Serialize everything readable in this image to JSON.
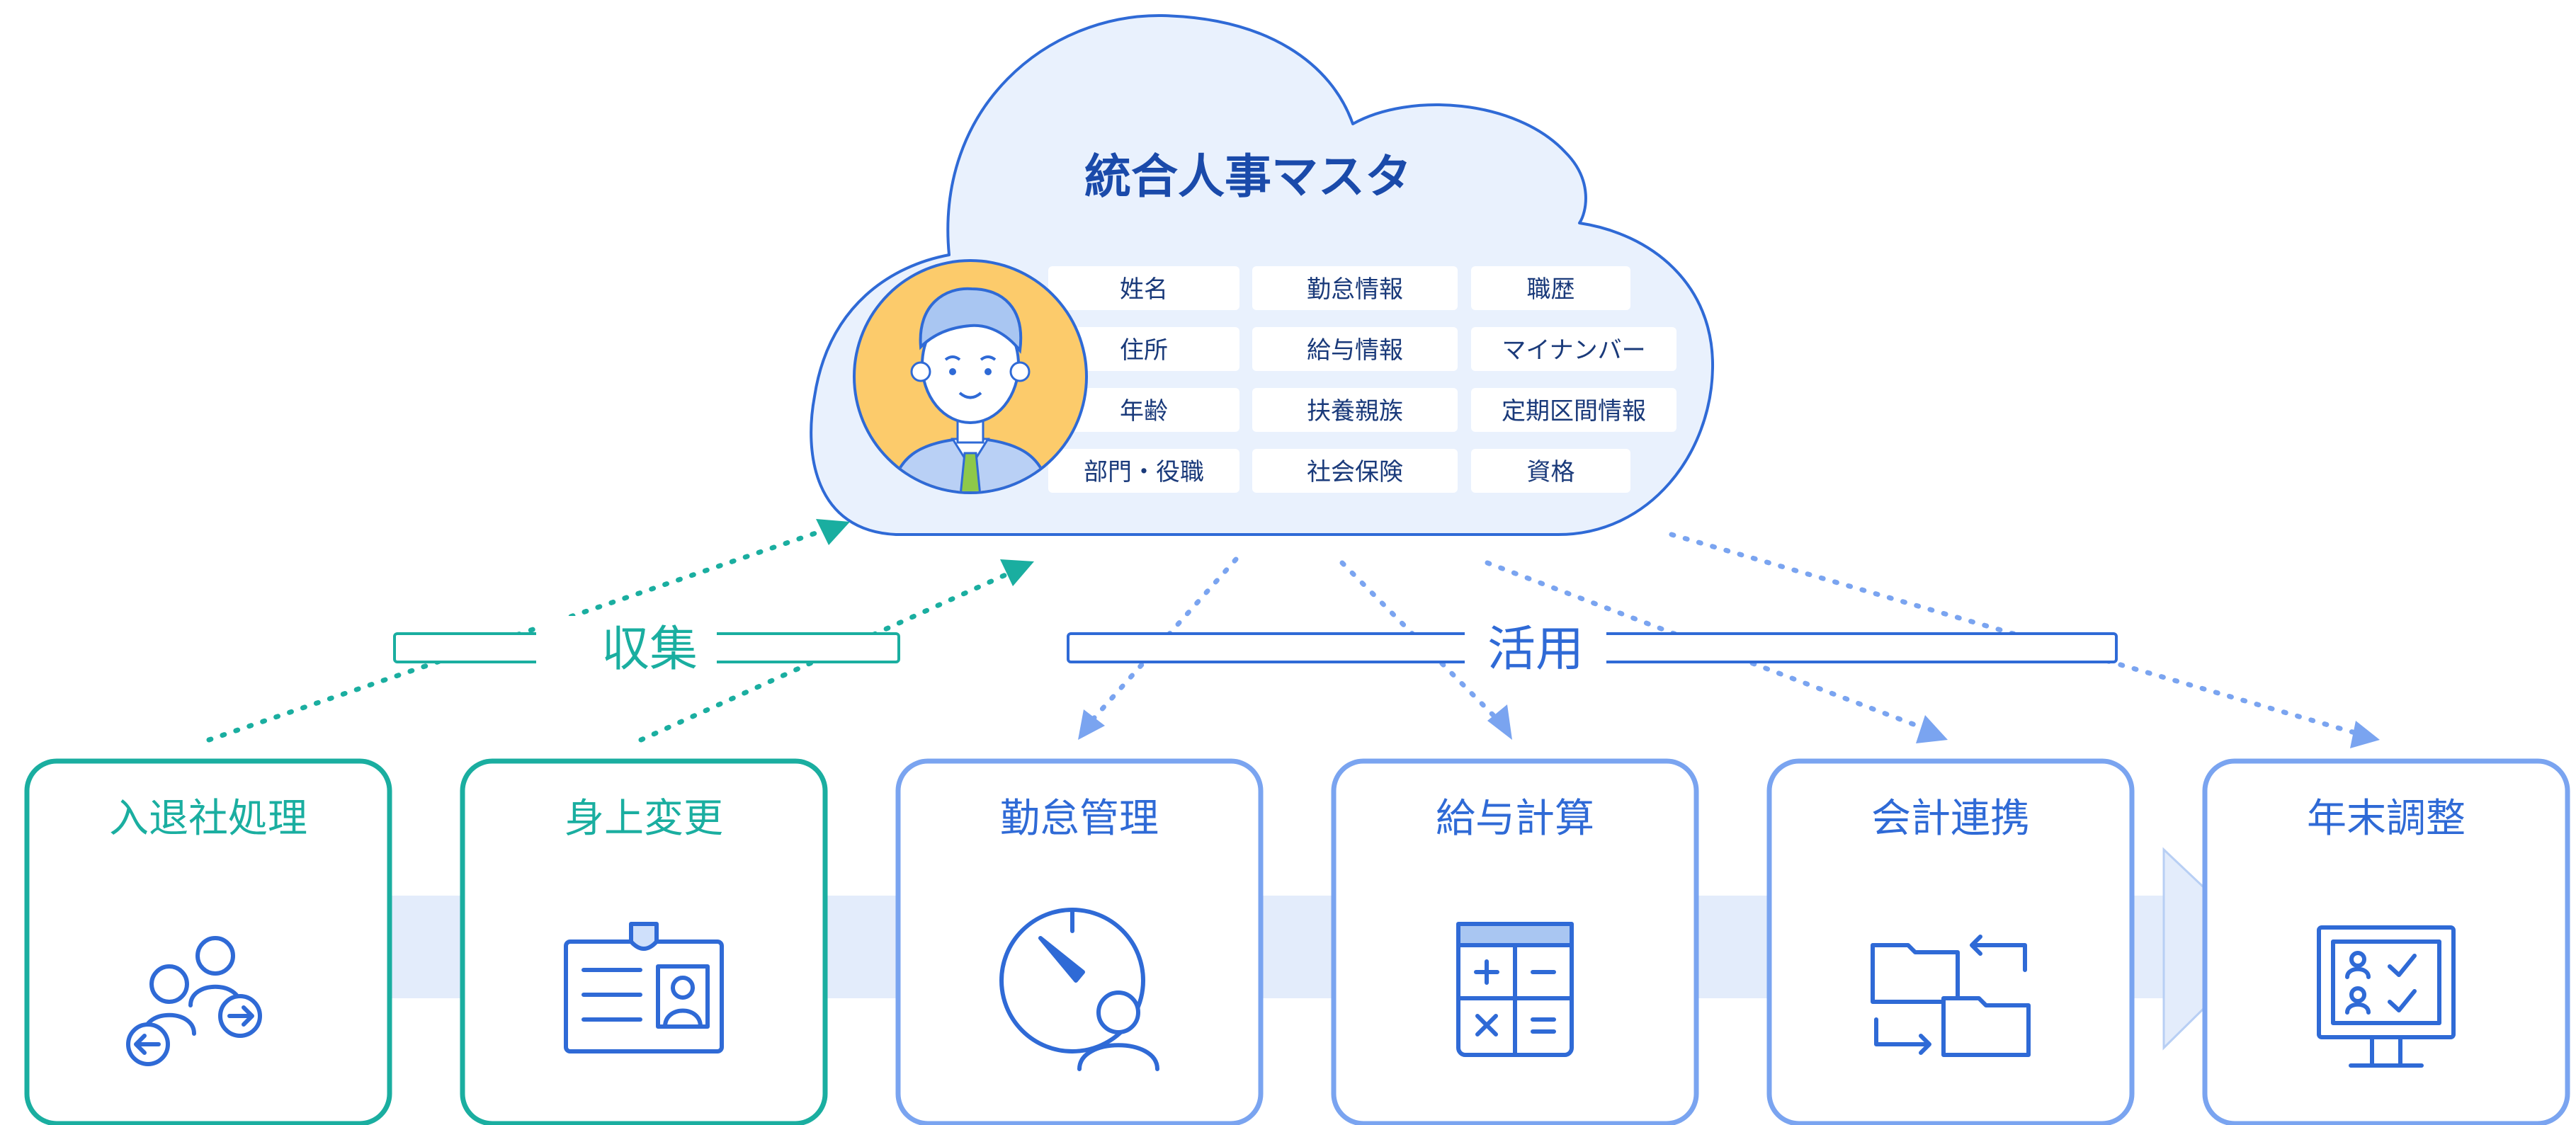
{
  "cloud": {
    "title": "統合人事マスタ",
    "fields": [
      [
        "姓名",
        "勤怠情報",
        "職歴"
      ],
      [
        "住所",
        "給与情報",
        "マイナンバー"
      ],
      [
        "年齢",
        "扶養親族",
        "定期区間情報"
      ],
      [
        "部門・役職",
        "社会保険",
        "資格"
      ]
    ]
  },
  "groups": {
    "collect": "収集",
    "utilize": "活用"
  },
  "steps": [
    {
      "label": "入退社処理",
      "icon": "people-transfer-icon",
      "kind": "collect"
    },
    {
      "label": "身上変更",
      "icon": "id-card-icon",
      "kind": "collect"
    },
    {
      "label": "勤怠管理",
      "icon": "clock-person-icon",
      "kind": "utilize"
    },
    {
      "label": "給与計算",
      "icon": "calculator-icon",
      "kind": "utilize"
    },
    {
      "label": "会計連携",
      "icon": "folder-sync-icon",
      "kind": "utilize"
    },
    {
      "label": "年末調整",
      "icon": "monitor-checklist-icon",
      "kind": "utilize"
    }
  ],
  "colors": {
    "teal": "#1aaea0",
    "blue": "#2f6ad6",
    "light_blue": "#7aa4f0",
    "cloud_fill": "#e9f1fd",
    "flow_band": "#e3ecfb",
    "avatar_bg": "#fccb6b"
  }
}
